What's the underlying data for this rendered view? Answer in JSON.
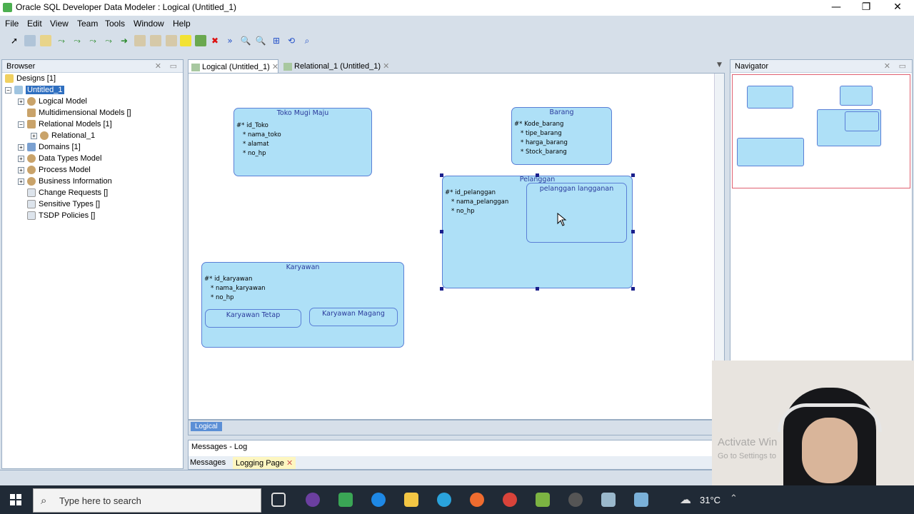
{
  "window": {
    "title": "Oracle SQL Developer Data Modeler : Logical (Untitled_1)"
  },
  "menu": [
    "File",
    "Edit",
    "View",
    "Team",
    "Tools",
    "Window",
    "Help"
  ],
  "browser": {
    "title": "Browser",
    "items": [
      {
        "label": "Designs [1]"
      },
      {
        "label": "Untitled_1"
      },
      {
        "label": "Logical Model"
      },
      {
        "label": "Multidimensional Models []"
      },
      {
        "label": "Relational Models [1]"
      },
      {
        "label": "Relational_1"
      },
      {
        "label": "Domains [1]"
      },
      {
        "label": "Data Types Model"
      },
      {
        "label": "Process Model"
      },
      {
        "label": "Business Information"
      },
      {
        "label": "Change Requests []"
      },
      {
        "label": "Sensitive Types []"
      },
      {
        "label": "TSDP Policies []"
      }
    ]
  },
  "tabs": [
    {
      "label": "Logical (Untitled_1)"
    },
    {
      "label": "Relational_1 (Untitled_1)"
    }
  ],
  "navigator": {
    "title": "Navigator"
  },
  "diagram": {
    "bottom_tab": "Logical",
    "entities": {
      "toko": {
        "title": "Toko Mugi Maju",
        "attrs": [
          "id_Toko",
          "nama_toko",
          "alamat",
          "no_hp"
        ]
      },
      "barang": {
        "title": "Barang",
        "attrs": [
          "Kode_barang",
          "tipe_barang",
          "harga_barang",
          "Stock_barang"
        ]
      },
      "pelanggan": {
        "title": "Pelanggan",
        "attrs": [
          "id_pelanggan",
          "nama_pelanggan",
          "no_hp"
        ],
        "sub": "pelanggan langganan"
      },
      "karyawan": {
        "title": "Karyawan",
        "attrs": [
          "id_karyawan",
          "nama_karyawan",
          "no_hp"
        ],
        "sub1": "Karyawan Tetap",
        "sub2": "Karyawan Magang"
      }
    }
  },
  "messages": {
    "title": "Messages - Log",
    "tabs": [
      "Messages",
      "Logging Page"
    ]
  },
  "watermark": {
    "line1": "Activate Win",
    "line2": "Go to Settings to"
  },
  "taskbar": {
    "search_placeholder": "Type here to search",
    "temperature": "31°C"
  }
}
